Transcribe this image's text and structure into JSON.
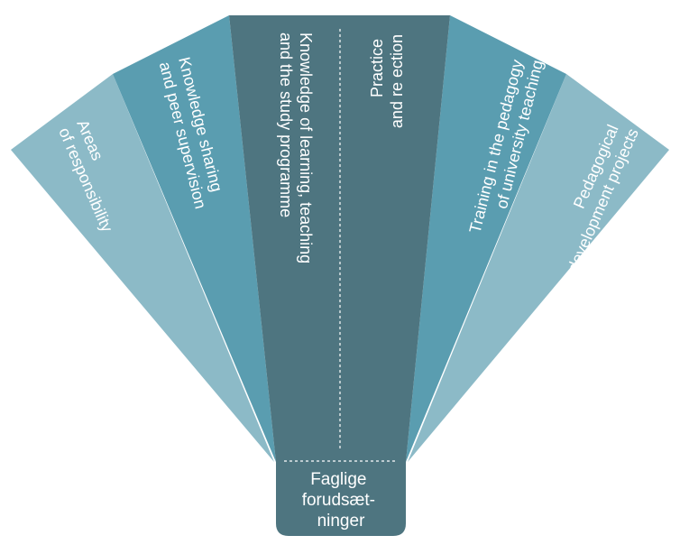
{
  "colors": {
    "outer": "#8cbac7",
    "middle": "#5a9db0",
    "center": "#4e7580",
    "base": "#4e7580",
    "divider": "#ffffff",
    "text": "#ffffff"
  },
  "segments": {
    "far_left": {
      "lines": [
        "Areas",
        "of responsibility"
      ]
    },
    "left": {
      "lines": [
        "Knowledge sharing",
        "and peer supervision"
      ]
    },
    "center_left": {
      "lines": [
        "Knowledge of learning, teaching",
        "and the study programme"
      ]
    },
    "center_right": {
      "lines": [
        "Practice",
        "and re ection"
      ]
    },
    "right": {
      "lines": [
        "Training in the pedagogy",
        "of university teaching"
      ]
    },
    "far_right": {
      "lines": [
        "Pedagogical",
        "development projects"
      ]
    }
  },
  "base": {
    "lines": [
      "Faglige",
      "forudsæt-",
      "ninger"
    ]
  }
}
